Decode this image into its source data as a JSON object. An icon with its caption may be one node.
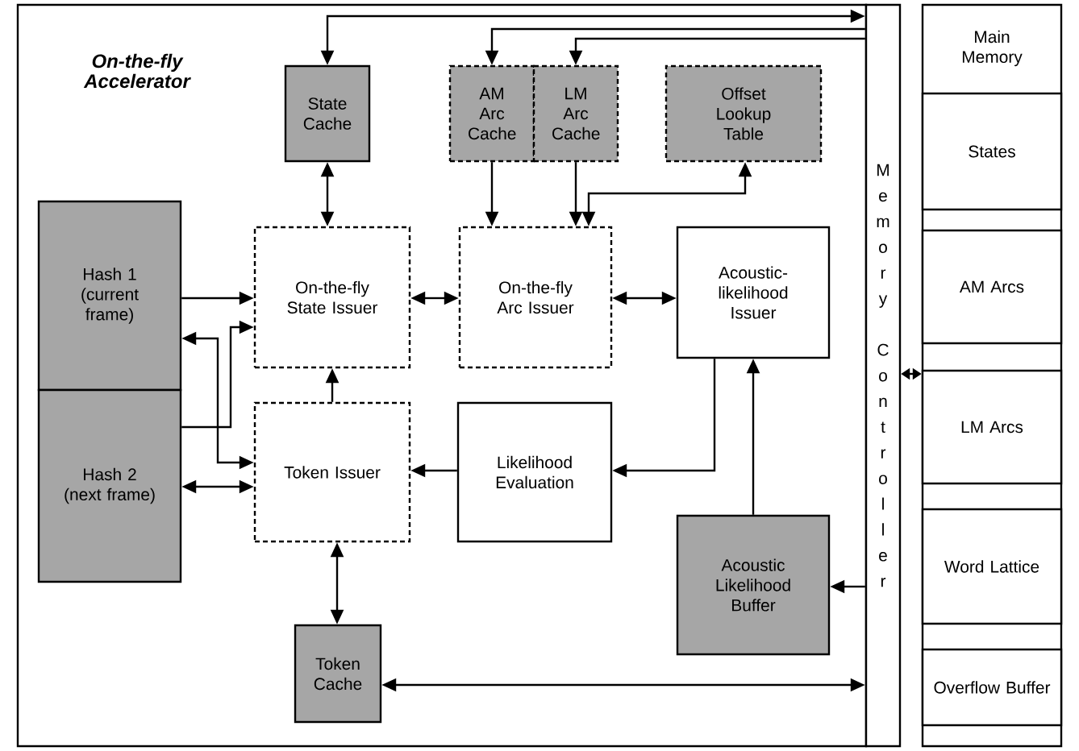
{
  "diagram": {
    "nodes": [
      {
        "text": [
          "On-the-fly Accelerator"
        ]
      },
      {
        "text": [
          "State Cache"
        ],
        "in": 0
      },
      {
        "text": [
          "AM Arc Cache"
        ],
        "in": 0
      },
      {
        "text": [
          "LM Arc Cache"
        ],
        "in": 0
      },
      {
        "text": [
          "Offset Lookup Table"
        ],
        "in": 0
      },
      {
        "text": [
          "Hash 1 (current frame)"
        ],
        "in": 0
      },
      {
        "text": [
          "On-the-fly State Issuer"
        ],
        "in": 0
      },
      {
        "text": [
          "On-the-fly Arc Issuer"
        ],
        "in": 0
      },
      {
        "text": [
          "Acoustic-likelihood Issuer"
        ],
        "in": 0
      },
      {
        "text": [
          "Hash 2 (next frame)"
        ],
        "in": 0
      },
      {
        "text": [
          "Token Issuer"
        ],
        "in": 0
      },
      {
        "text": [
          "Likelihood Evaluation"
        ],
        "in": 0
      },
      {
        "text": [
          "Acoustic Likelihood Buffer"
        ],
        "in": 0
      },
      {
        "text": [
          "Token Cache"
        ],
        "in": 0
      },
      {
        "text": [
          "Memory Controller"
        ]
      },
      {
        "text": [
          "Main Memory"
        ]
      },
      {
        "text": [
          "States"
        ],
        "in": 15
      },
      {
        "text": [
          "AM Arcs"
        ],
        "in": 15
      },
      {
        "text": [
          "LM Arcs"
        ],
        "in": 15
      },
      {
        "text": [
          "Word Lattice"
        ],
        "in": 15
      },
      {
        "text": [
          "Overflow Buffer"
        ],
        "in": 15
      }
    ],
    "edges": [
      {
        "from": 14,
        "to": 1,
        "arrow": "both"
      },
      {
        "from": 14,
        "to": 2,
        "arrow": "to"
      },
      {
        "from": 14,
        "to": 3,
        "arrow": "to"
      },
      {
        "from": 1,
        "to": 6,
        "arrow": "both"
      },
      {
        "from": 2,
        "to": 7,
        "arrow": "to"
      },
      {
        "from": 3,
        "to": 7,
        "arrow": "to"
      },
      {
        "from": 4,
        "to": 7,
        "arrow": "both"
      },
      {
        "from": 5,
        "to": 6,
        "arrow": "to"
      },
      {
        "from": 6,
        "to": 7,
        "arrow": "both"
      },
      {
        "from": 7,
        "to": 8,
        "arrow": "both"
      },
      {
        "from": 9,
        "to": 6,
        "arrow": "to"
      },
      {
        "from": 5,
        "to": 10,
        "arrow": "both"
      },
      {
        "from": 10,
        "to": 6,
        "arrow": "to"
      },
      {
        "from": 11,
        "to": 10,
        "arrow": "to"
      },
      {
        "from": 8,
        "to": 11,
        "arrow": "to"
      },
      {
        "from": 12,
        "to": 8,
        "arrow": "to"
      },
      {
        "from": 9,
        "to": 10,
        "arrow": "both"
      },
      {
        "from": 10,
        "to": 13,
        "arrow": "both"
      },
      {
        "from": 14,
        "to": 12,
        "arrow": "to"
      },
      {
        "from": 13,
        "to": 14,
        "arrow": "both"
      },
      {
        "from": 14,
        "to": 15,
        "arrow": "both"
      }
    ]
  }
}
